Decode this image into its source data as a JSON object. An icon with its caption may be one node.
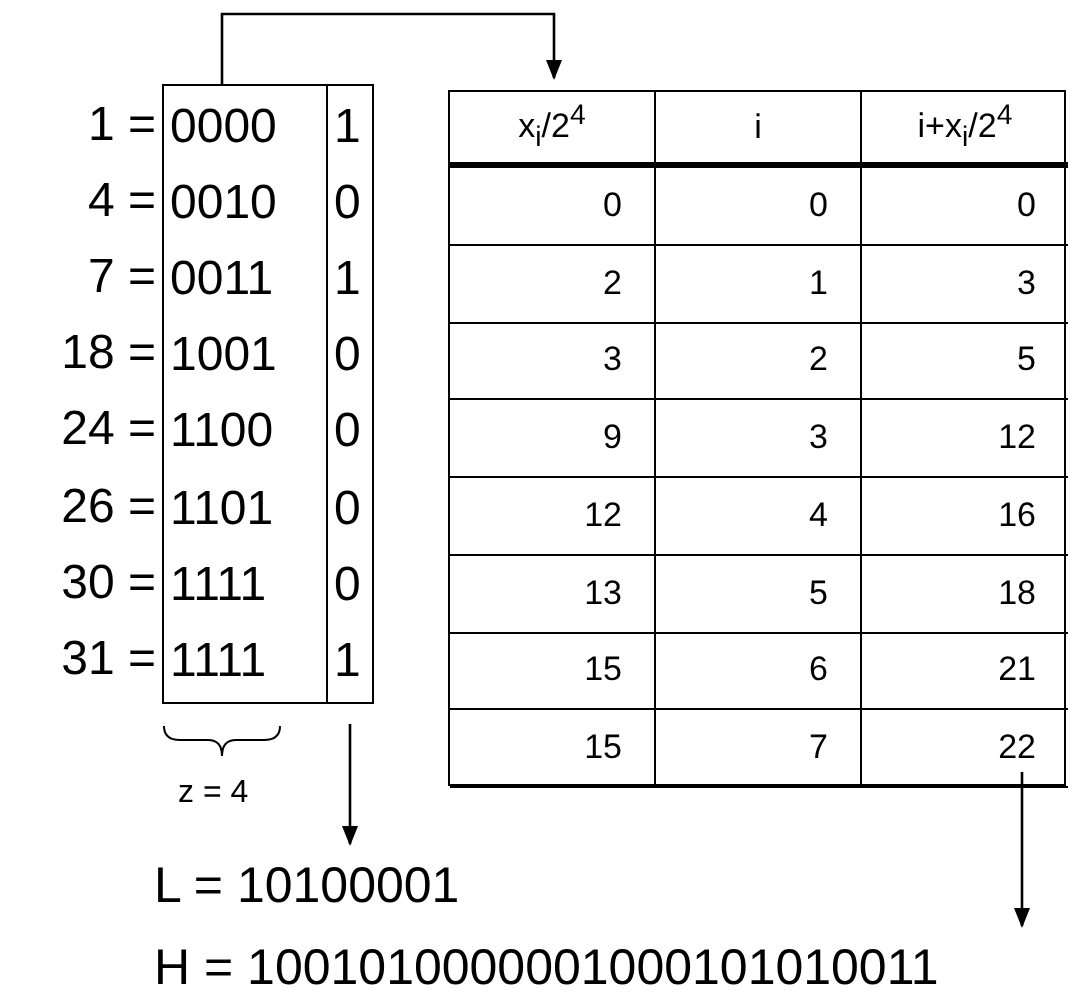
{
  "diagram": {
    "nodes": [
      {
        "text": [
          "0000",
          "0010",
          "0011",
          "1001",
          "1100",
          "1101",
          "1111",
          "1111"
        ]
      },
      {
        "text": [
          "1",
          "0",
          "1",
          "0",
          "0",
          "0",
          "0",
          "1"
        ]
      },
      {
        "text": [
          "x$_{i}$/2$^{4}$",
          "i",
          "i+x$_{i}$/2$^{4}$",
          "0",
          "0",
          "0",
          "2",
          "1",
          "3",
          "3",
          "2",
          "5",
          "9",
          "3",
          "12",
          "12",
          "4",
          "16",
          "13",
          "5",
          "18",
          "15",
          "6",
          "21",
          "15",
          "7",
          "22"
        ]
      },
      {
        "text": [
          "L = 10100001"
        ]
      },
      {
        "text": [
          "H = 1001010000001000101010011"
        ]
      }
    ],
    "edges": [
      {
        "from": 0,
        "to": 2,
        "arrow": "to"
      },
      {
        "from": 1,
        "to": 3,
        "arrow": "to"
      },
      {
        "from": 2,
        "to": 4,
        "arrow": "to"
      }
    ],
    "labels": [
      "1 =",
      "4 =",
      "7 =",
      "18 =",
      "24 =",
      "26 =",
      "30 =",
      "31 =",
      "z = 4"
    ]
  }
}
